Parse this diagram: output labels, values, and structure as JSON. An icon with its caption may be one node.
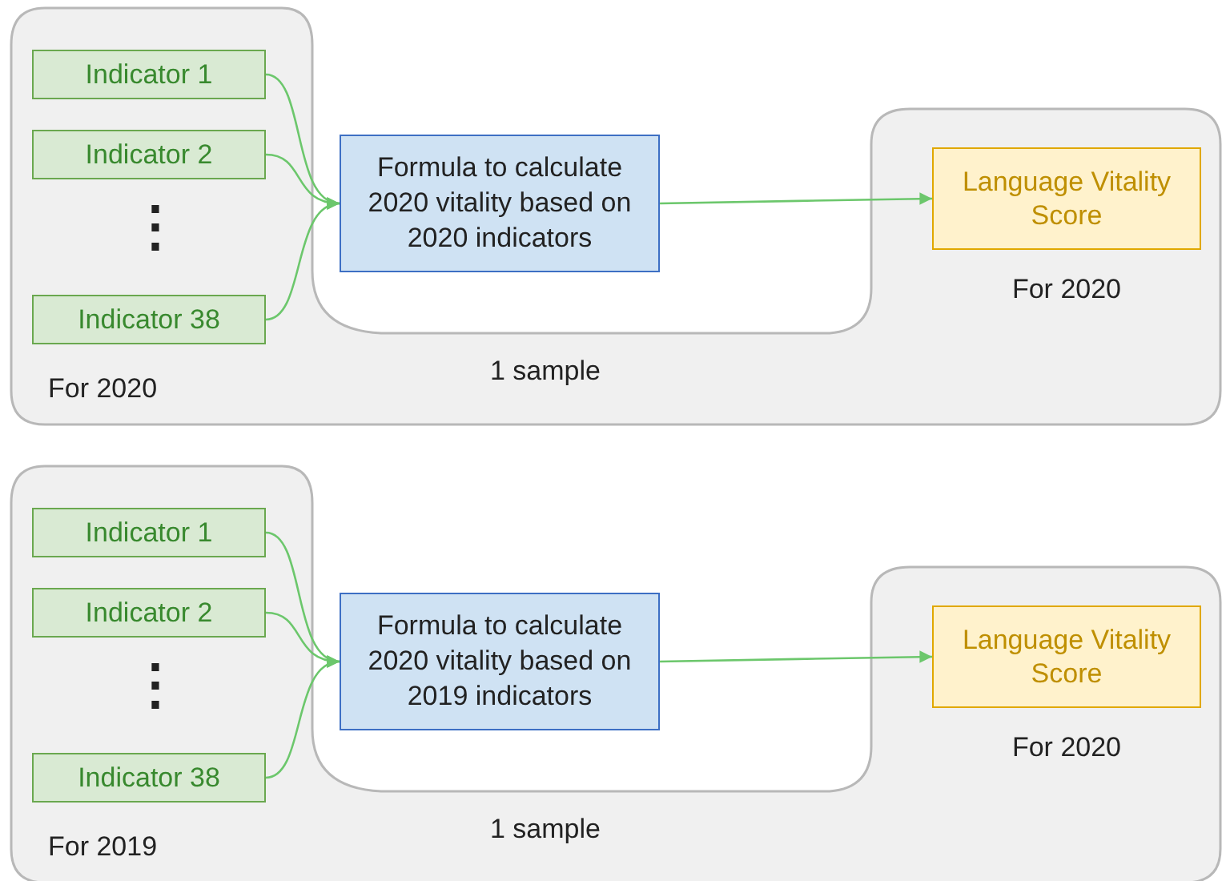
{
  "diagram": {
    "nodes": [
      {
        "text": [
          "1 sample"
        ]
      },
      {
        "text": [
          "Indicator 1"
        ],
        "in": 0
      },
      {
        "text": [
          "Indicator 2"
        ],
        "in": 0
      },
      {
        "text": [
          "Indicator 38"
        ],
        "in": 0
      },
      {
        "text": [
          "Formula to calculate 2020 vitality based on 2020 indicators"
        ]
      },
      {
        "text": [
          "Language Vitality Score"
        ],
        "in": 0,
        "beside": [
          "For 2020"
        ]
      },
      {
        "text": [
          "1 sample"
        ]
      },
      {
        "text": [
          "Indicator 1"
        ],
        "in": 6
      },
      {
        "text": [
          "Indicator 2"
        ],
        "in": 6
      },
      {
        "text": [
          "Indicator 38"
        ],
        "in": 6
      },
      {
        "text": [
          "Formula to calculate 2020 vitality based on 2019 indicators"
        ]
      },
      {
        "text": [
          "Language Vitality Score"
        ],
        "in": 6,
        "beside": [
          "For 2020"
        ]
      }
    ],
    "edges": [
      {
        "from": 1,
        "to": 4,
        "arrow": "to"
      },
      {
        "from": 2,
        "to": 4,
        "arrow": "to"
      },
      {
        "from": 3,
        "to": 4,
        "arrow": "to"
      },
      {
        "from": 4,
        "to": 5,
        "arrow": "to"
      },
      {
        "from": 7,
        "to": 10,
        "arrow": "to"
      },
      {
        "from": 8,
        "to": 10,
        "arrow": "to"
      },
      {
        "from": 9,
        "to": 10,
        "arrow": "to"
      },
      {
        "from": 10,
        "to": 11,
        "arrow": "to"
      }
    ],
    "labels": [
      "⋮",
      "For 2020",
      "⋮",
      "For 2019"
    ]
  }
}
